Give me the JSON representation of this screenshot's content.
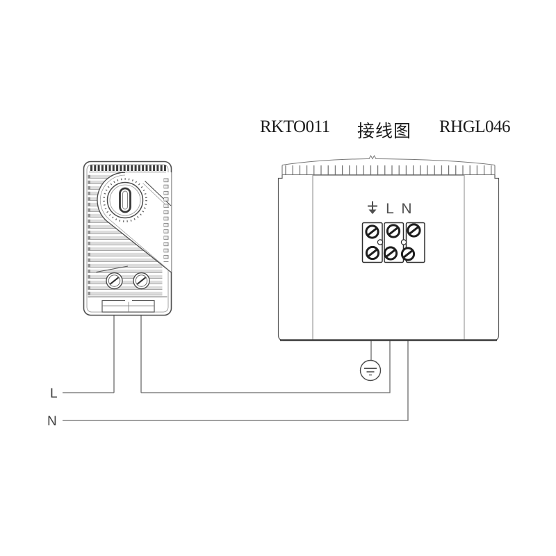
{
  "title": {
    "left_model": "RKTO011",
    "diagram_label": "接线图",
    "right_model": "RHGL046"
  },
  "heater": {
    "terminal_labels": {
      "earth_icon": "earth-symbol",
      "live": "L",
      "neutral": "N"
    }
  },
  "supply": {
    "live": "L",
    "neutral": "N"
  },
  "colors": {
    "line": "#555555",
    "dark_line": "#2e2e2e",
    "label_text": "#3f3f3f",
    "title_text": "#1c1c1c",
    "slat_fill": "#dcdcdc",
    "background": "#ffffff"
  }
}
